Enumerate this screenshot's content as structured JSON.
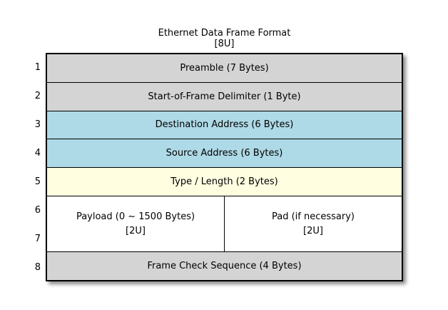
{
  "title": {
    "line1": "Ethernet Data Frame Format",
    "line2": "[8U]"
  },
  "gutter_numbers": [
    "1",
    "2",
    "3",
    "4",
    "5",
    "6",
    "7",
    "8"
  ],
  "frame_rows": [
    {
      "label": "Preamble (7 Bytes)",
      "bg": "#d4d4d4"
    },
    {
      "label": "Start-of-Frame Delimiter (1 Byte)",
      "bg": "#d4d4d4"
    },
    {
      "label": "Destination Address (6 Bytes)",
      "bg": "#aed9e6"
    },
    {
      "label": "Source Address (6 Bytes)",
      "bg": "#aed9e6"
    },
    {
      "label": "Type / Length (2 Bytes)",
      "bg": "#fffee1"
    },
    {
      "label": "Frame Check Sequence (4 Bytes)",
      "bg": "#d4d4d4"
    }
  ],
  "payload_cell": {
    "line1": "Payload (0 ~ 1500 Bytes)",
    "line2": "[2U]",
    "bg": "#ffffff"
  },
  "pad_cell": {
    "line1": "Pad (if necessary)",
    "line2": "[2U]",
    "bg": "#ffffff"
  },
  "colors": {
    "header_gray": "#d4d4d4",
    "address_blue": "#aed9e6",
    "type_yellow": "#fffee1",
    "payload_white": "#ffffff",
    "border_black": "#000000",
    "background": "#ffffff"
  }
}
